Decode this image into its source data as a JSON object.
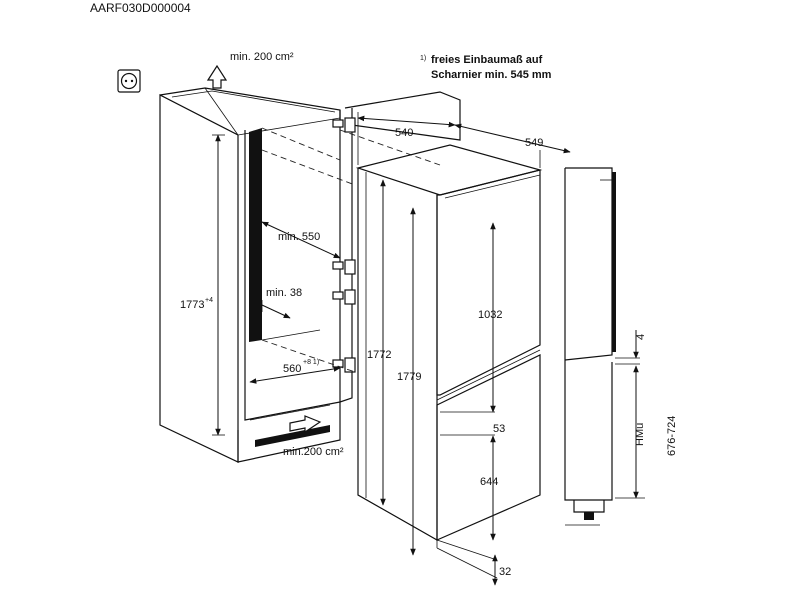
{
  "document": {
    "code": "AARF030D000004"
  },
  "notes": {
    "footnote_mark": "1)",
    "footnote_line1": "freies Einbaumaß auf",
    "footnote_line2": "Scharnier min. 545 mm"
  },
  "niche": {
    "vent_top_label": "min. 200 cm²",
    "vent_bottom_label": "min.200 cm²",
    "height_label": "1773",
    "height_sup": "+4",
    "depth_label": "min. 550",
    "side_gap_label": "min. 38",
    "width_label": "560",
    "width_sup": "+8 1)"
  },
  "appliance": {
    "depth_label": "540",
    "depth_total_label": "549",
    "height_label": "1772",
    "height_door_label": "1779",
    "top_door_label": "1032",
    "gap_label": "53",
    "bottom_door_label": "644",
    "base_label": "32"
  },
  "side_view": {
    "gap_label": "4",
    "hmu_label": "HMu",
    "hmu_range_label": "676-724"
  }
}
